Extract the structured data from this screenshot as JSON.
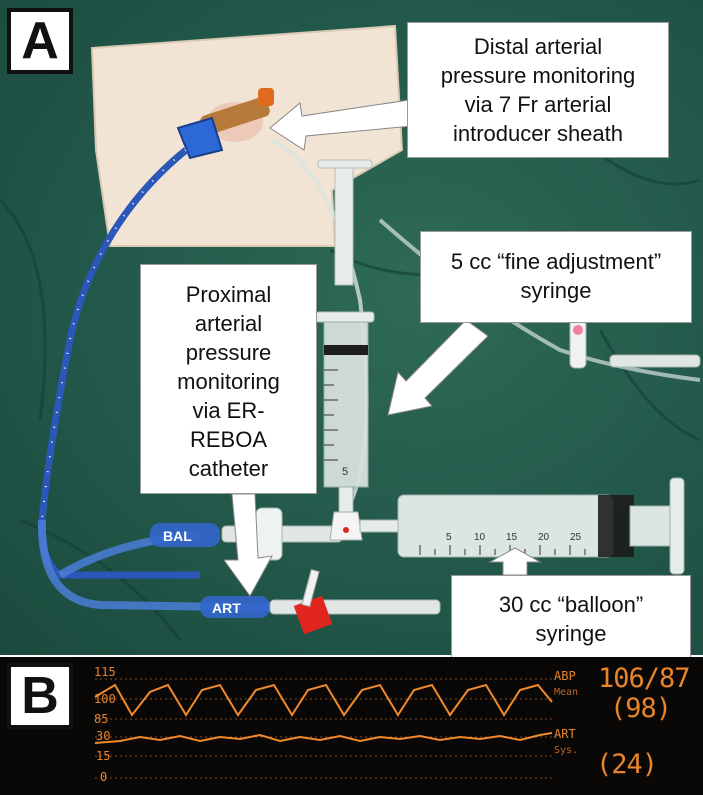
{
  "panel_a": {
    "letter": "A",
    "callouts": {
      "distal": [
        "Distal arterial",
        "pressure monitoring",
        "via  7 Fr arterial",
        "introducer sheath"
      ],
      "fine_adjustment": [
        "5 cc “fine adjustment”",
        "syringe"
      ],
      "proximal": [
        "Proximal",
        "arterial",
        "pressure",
        "monitoring",
        "via  ER-",
        "REBOA",
        "catheter"
      ],
      "balloon": [
        "30 cc “balloon”",
        "syringe"
      ]
    },
    "port_labels": {
      "bal": "BAL",
      "art": "ART"
    },
    "syringe_30_marks": [
      "5",
      "10",
      "15",
      "20",
      "25"
    ],
    "syringe_5_label": "5"
  },
  "panel_b": {
    "letter": "B",
    "scale_upper": [
      "115",
      "100",
      "85"
    ],
    "scale_lower": [
      "30",
      "15",
      "0"
    ],
    "abp_label": "ABP",
    "abp_sub": "Mean",
    "art_label": "ART",
    "art_sub": "Sys.",
    "abp_values": "106/87",
    "abp_mean": "(98)",
    "art_value": "(24)"
  }
}
